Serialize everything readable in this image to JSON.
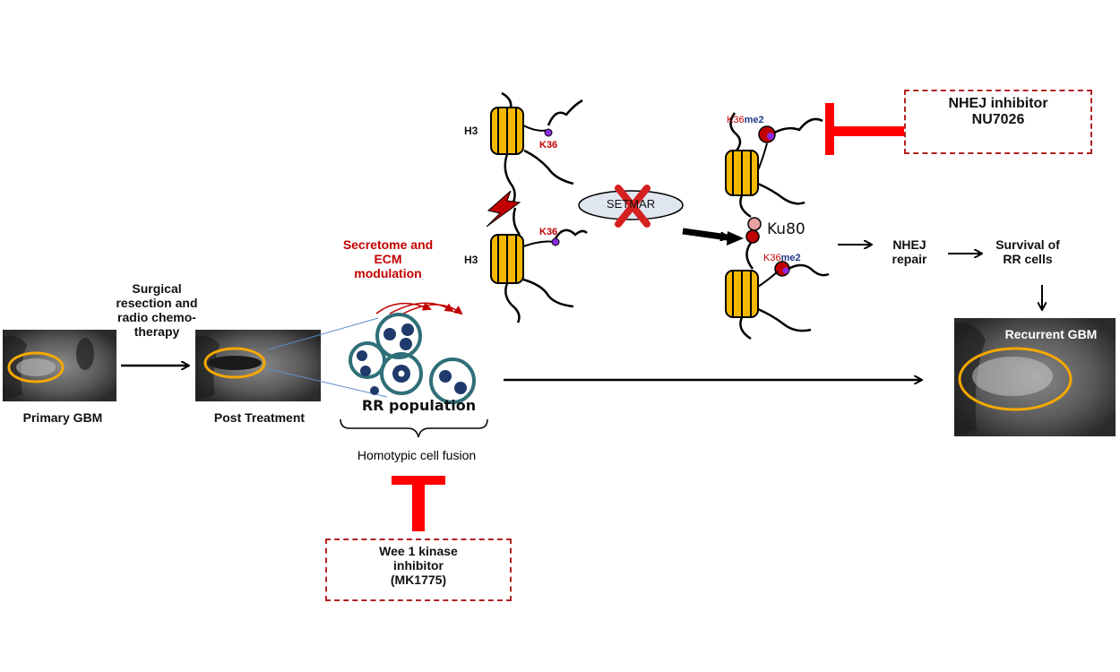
{
  "labels": {
    "primary_gbm": "Primary  GBM",
    "surgical": [
      "Surgical",
      "resection and",
      "radio chemo-",
      "therapy"
    ],
    "post_treatment": "Post Treatment",
    "secretome": [
      "Secretome and",
      "ECM",
      "modulation"
    ],
    "rr_population": "RR  population",
    "homotypic": "Homotypic cell fusion",
    "wee1": [
      "Wee 1 kinase",
      "inhibitor",
      "(MK1775)"
    ],
    "nhej_inhibitor": [
      "NHEJ inhibitor",
      "NU7026"
    ],
    "h3_top": "H3",
    "h3_bottom": "H3",
    "k36_top": "K36",
    "k36_bottom": "K36",
    "setmar": "SETMAR",
    "ku80": "Ku80",
    "k36me2_top": {
      "k": "K36",
      "me": "me2"
    },
    "k36me2_bottom": {
      "k": "K36",
      "me": "me2"
    },
    "nhej_repair": [
      "NHEJ",
      "repair"
    ],
    "survival": [
      "Survival of",
      "RR cells"
    ],
    "recurrent_gbm": "Recurrent  GBM"
  },
  "colors": {
    "inhibitor_red": "#ff0000",
    "label_red": "#c00000",
    "nucleosome_yellow": "#f5b800",
    "cell_ring": "#2f6f78",
    "nucleus": "#1f3a6b",
    "tumor_outline": "#f5a800",
    "ku80": "#e8a0a0",
    "me2_blue": "#1f3a8a"
  },
  "icons": [
    "lightning-icon",
    "cross-icon",
    "inhibition-bar-icon",
    "arrow-icon"
  ]
}
